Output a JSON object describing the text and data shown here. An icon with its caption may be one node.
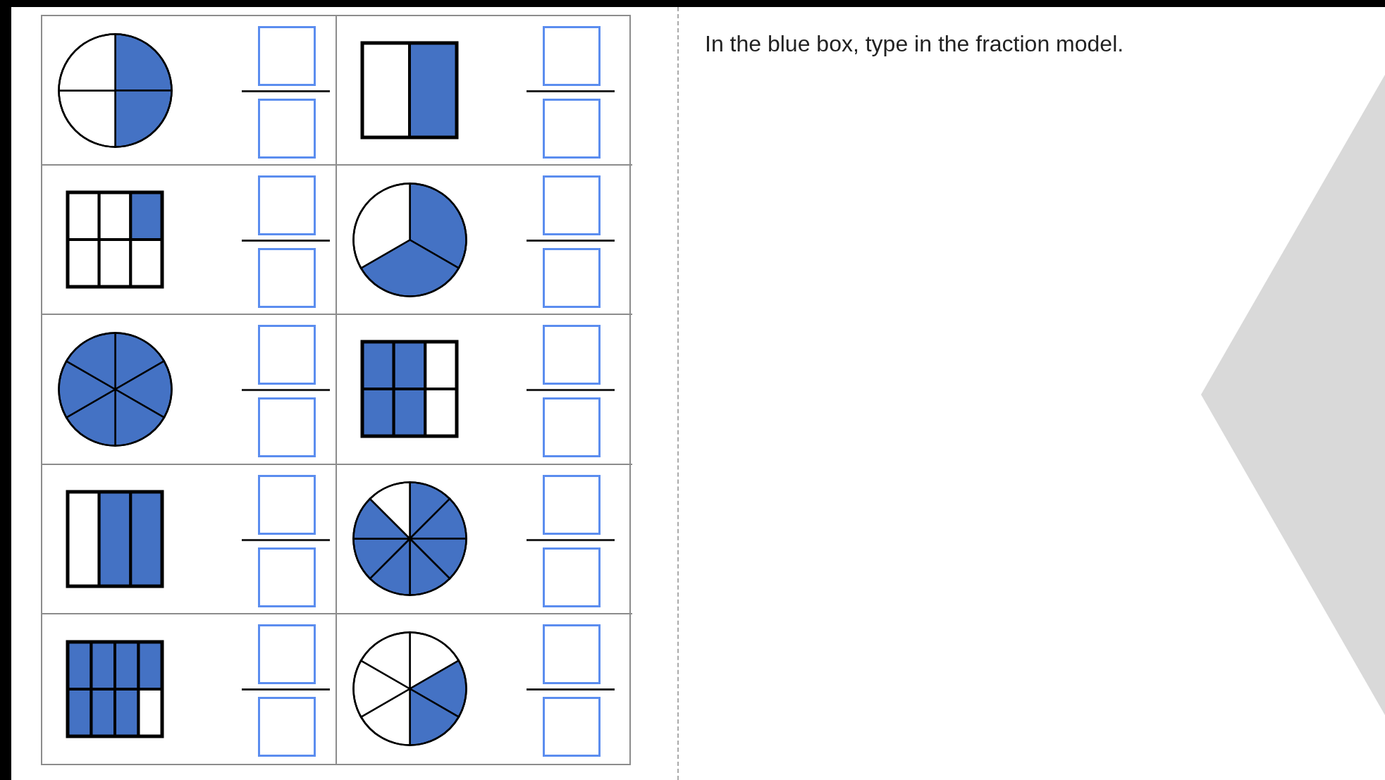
{
  "diagram": {
    "nodes": [
      {
        "text": [],
        "shape": "circle"
      },
      {
        "text": [],
        "shape": "box"
      },
      {
        "text": [],
        "shape": "box"
      },
      {
        "text": [],
        "shape": "circle"
      },
      {
        "text": [],
        "shape": "circle"
      },
      {
        "text": [],
        "shape": "box"
      },
      {
        "text": [],
        "shape": "box"
      },
      {
        "text": [],
        "shape": "circle"
      },
      {
        "text": [],
        "shape": "box"
      },
      {
        "text": [],
        "shape": "circle"
      },
      {
        "text": [],
        "shape": "chevron"
      }
    ],
    "labels": [
      "In the blue box, type in the fraction model."
    ]
  }
}
